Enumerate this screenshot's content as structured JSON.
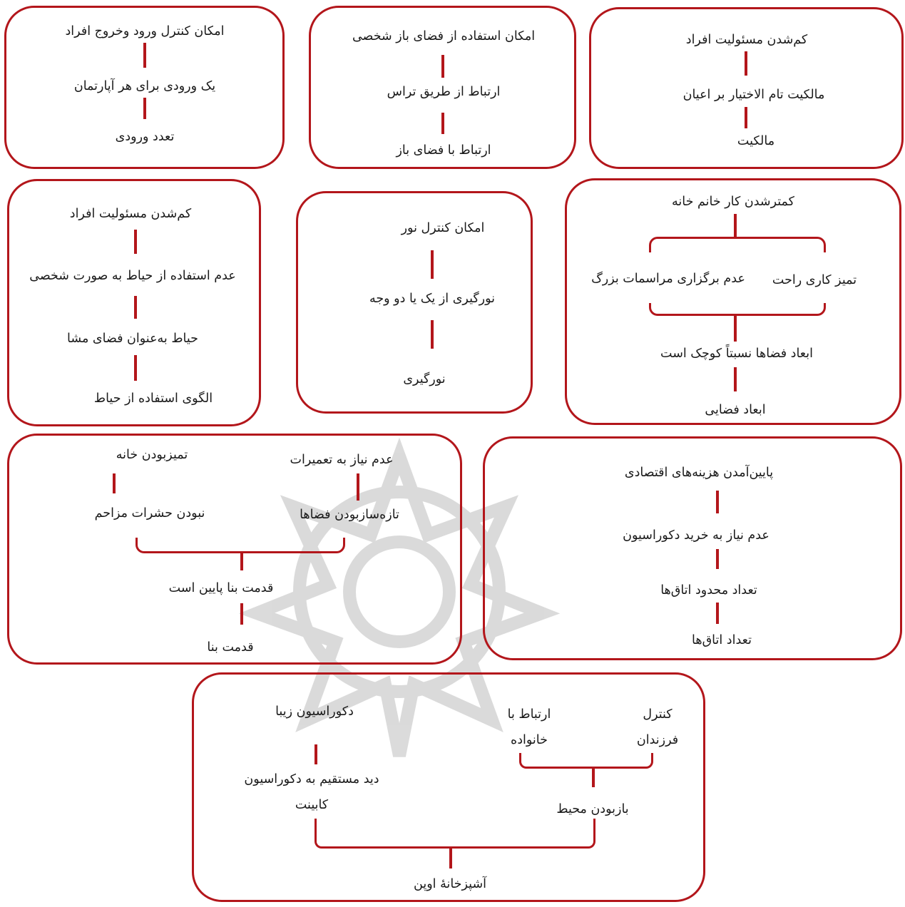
{
  "colors": {
    "accent": "#b3161b",
    "watermark": "#bdbdbd"
  },
  "diagram": {
    "entry_control": {
      "nodes": [
        "امکان کنترل ورود وخروج افراد",
        "یک ورودی برای هر آپارتمان",
        "تعدد ورودی"
      ]
    },
    "open_space": {
      "nodes": [
        "امکان استفاده از فضای باز شخصی",
        "ارتباط از طریق تراس",
        "ارتباط با فضای باز"
      ]
    },
    "ownership": {
      "nodes": [
        "کم‌شدن مسئولیت افراد",
        "مالکیت تام الاختیار بر اعیان",
        "مالکیت"
      ]
    },
    "yard": {
      "nodes": [
        "کم‌شدن مسئولیت افراد",
        "عدم استفاده از حیاط به صورت شخصی",
        "حیاط به‌عنوان فضای مشا",
        "الگوی استفاده از حیاط"
      ]
    },
    "lighting": {
      "nodes": [
        "امکان کنترل نور",
        "نورگیری از یک یا دو وجه",
        "نورگیری"
      ]
    },
    "space_dimensions": {
      "top": "کمترشدن کار خانم خانه",
      "branch_right": "تمیز کاری راحت",
      "branch_left": "عدم برگزاری مراسمات بزرگ",
      "middle": "ابعاد فضاها نسبتاً کوچک است",
      "bottom": "ابعاد فضایی"
    },
    "building_age": {
      "branch_left_top": "تمیزبودن خانه",
      "branch_left_bottom": "نبودن حشرات مزاحم",
      "branch_right_top": "عدم نیاز به تعمیرات",
      "branch_right_bottom": "تازه‌سازبودن فضاها",
      "middle": "قدمت بنا پایین است",
      "bottom": "قدمت بنا"
    },
    "room_count": {
      "nodes": [
        "پایین‌آمدن هزینه‌های اقتصادی",
        "عدم نیاز به خرید دکوراسیون",
        "تعداد محدود اتاق‌ها",
        "تعداد اتاق‌ها"
      ]
    },
    "open_kitchen": {
      "left_top": "دکوراسیون زیبا",
      "left_bottom": "دید مستقیم به دکوراسیون کابینت",
      "right_a": "کنترل فرزندان",
      "right_b": "ارتباط با خانواده",
      "right_bottom": "بازبودن محیط",
      "bottom": "آشپزخانهٔ اوپن"
    }
  }
}
